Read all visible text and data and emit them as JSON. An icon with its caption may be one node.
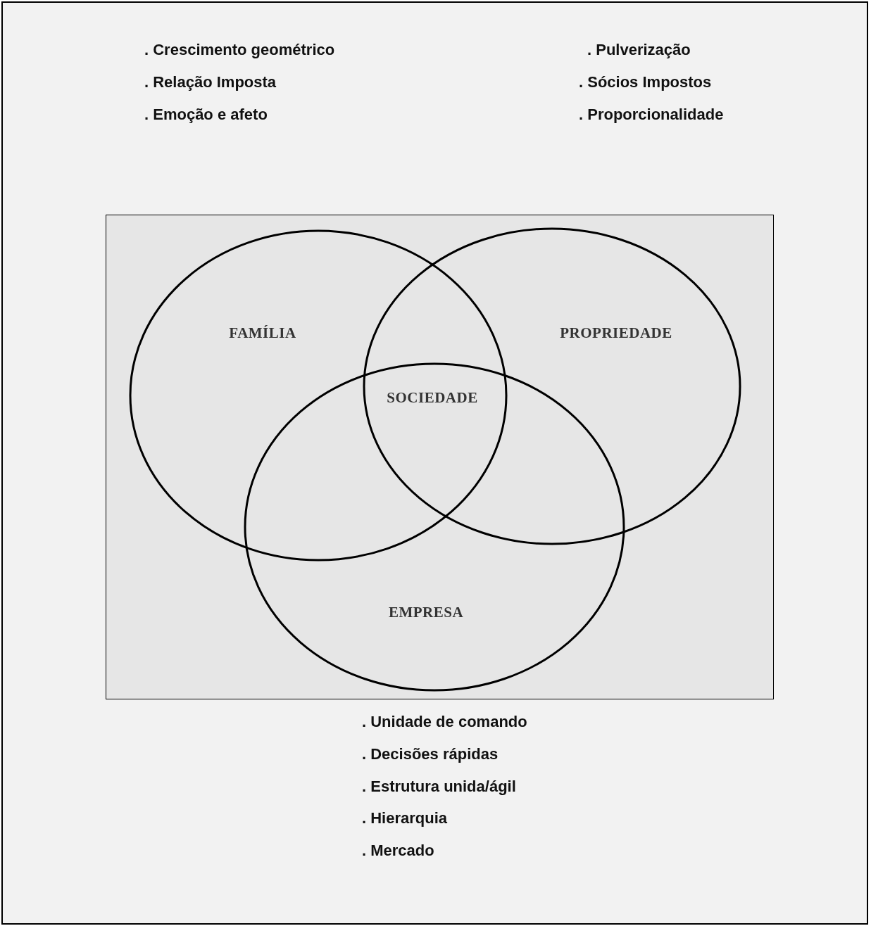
{
  "diagram": {
    "nodes": [
      {
        "text": [],
        "shape": "box"
      },
      {
        "text": [
          "FAMÍLIA"
        ],
        "in": 0
      },
      {
        "text": [
          "PROPRIEDADE"
        ],
        "in": 0
      },
      {
        "text": [
          "EMPRESA"
        ],
        "in": 0
      }
    ],
    "labels": [
      ". Crescimento geométrico",
      ". Pulverização",
      ". Relação Imposta",
      ". Sócios Impostos",
      ". Emoção e afeto",
      ". Proporcionalidade",
      "SOCIEDADE",
      ". Unidade de comando",
      ". Decisões rápidas",
      ". Estrutura unida/ágil",
      ". Hierarquia",
      ". Mercado"
    ]
  }
}
